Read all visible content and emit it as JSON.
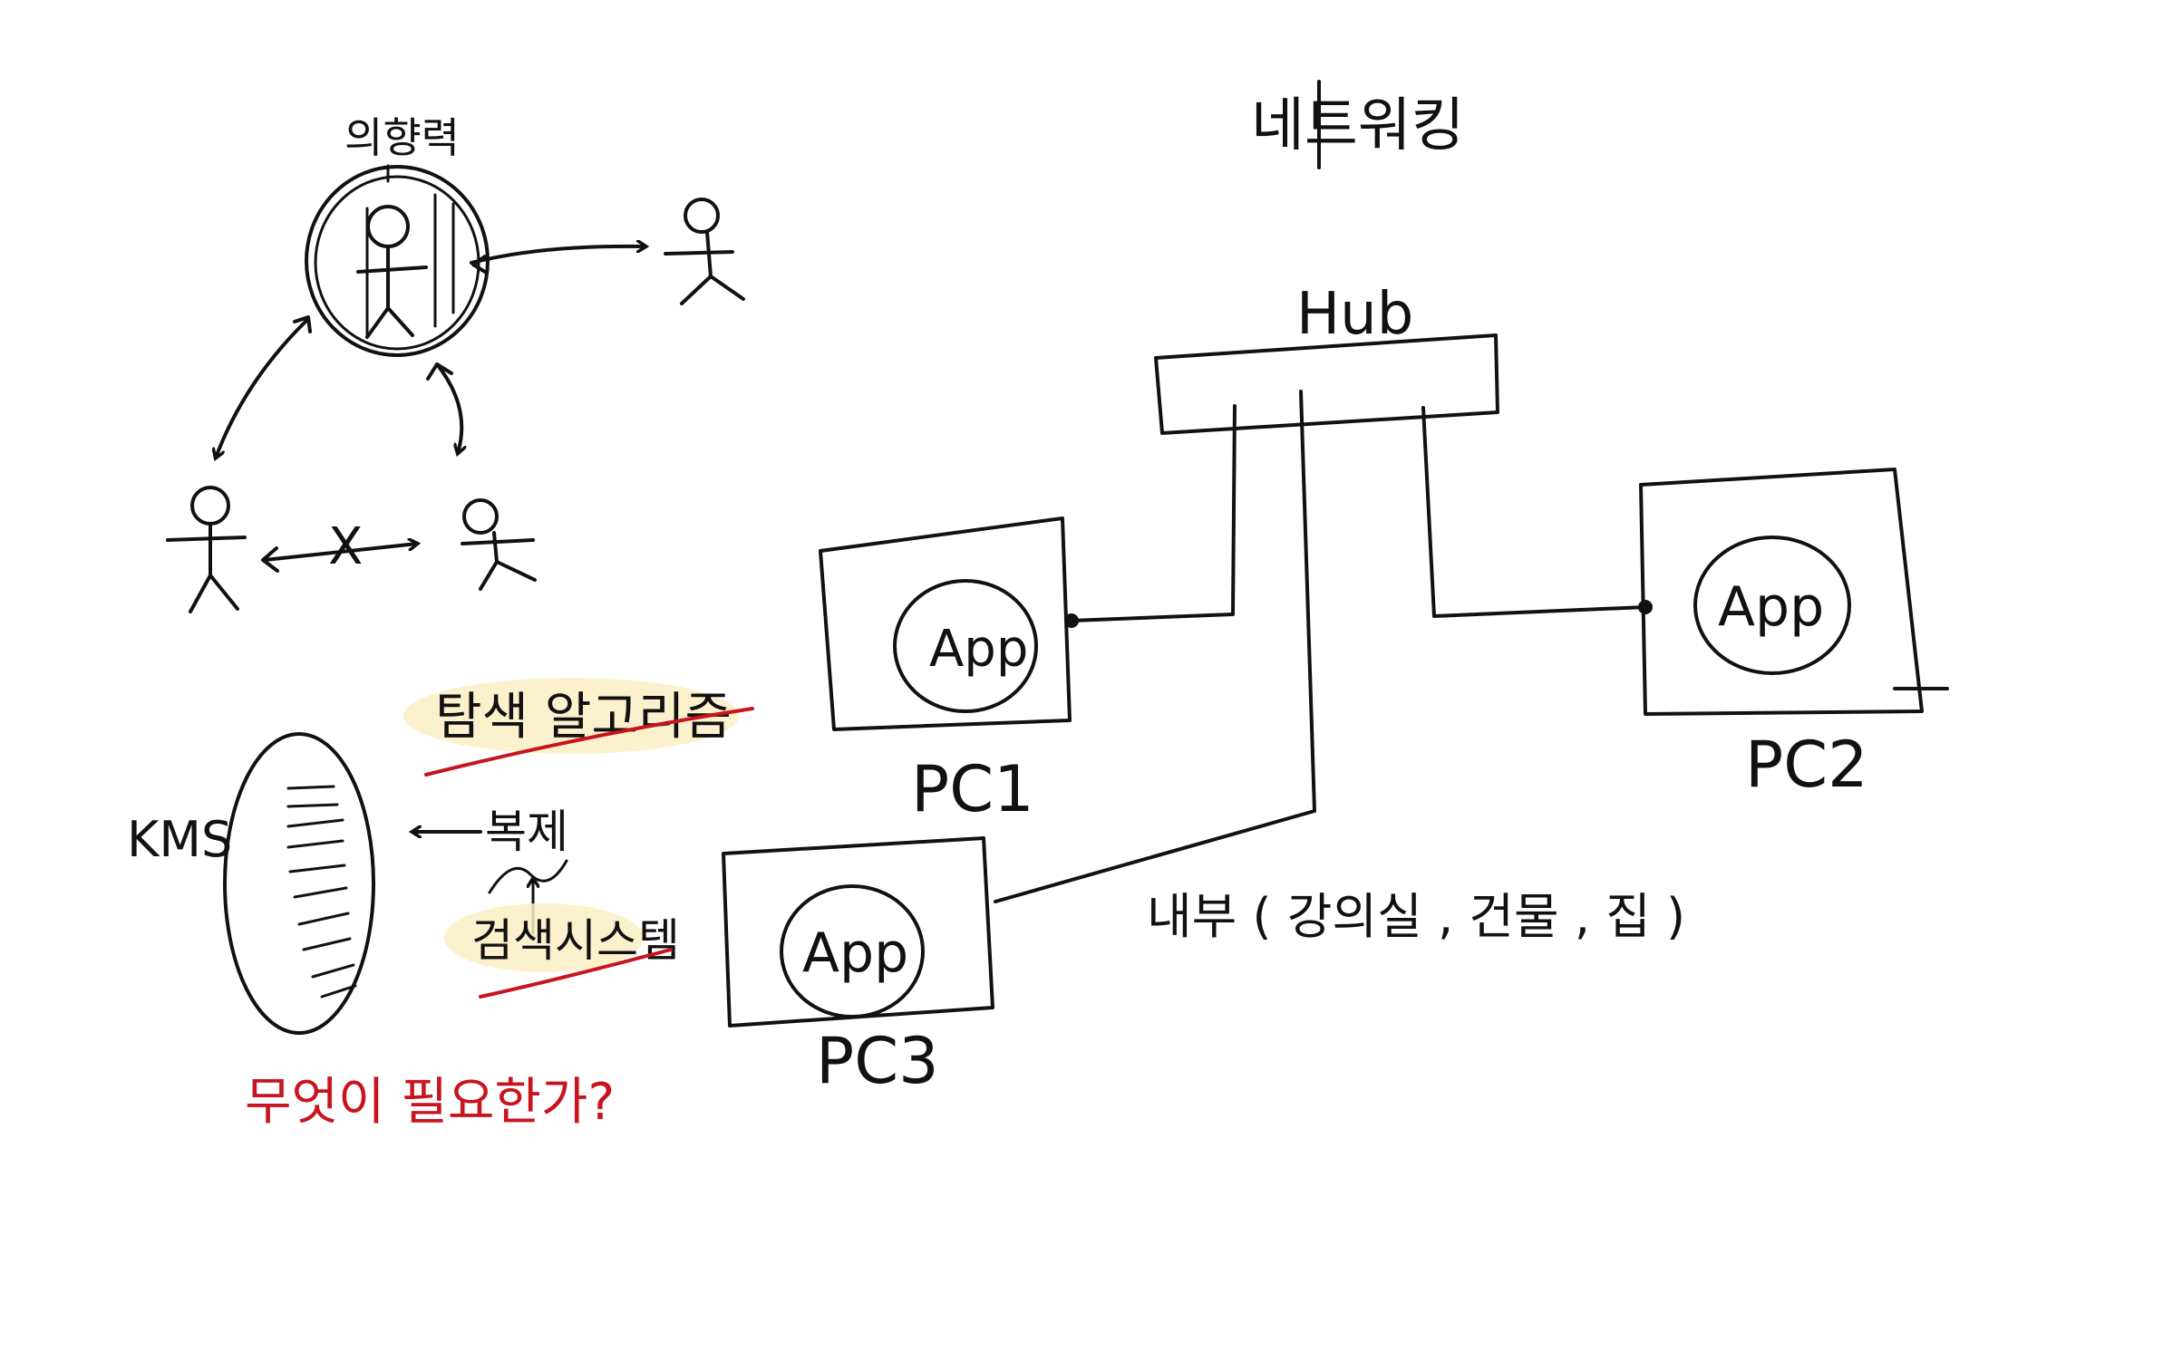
{
  "title": "네트워킹",
  "left": {
    "center_label": "의향력",
    "kms_label": "KMS",
    "algorithm_label": "탐색 알고리즘",
    "copy_label": "복제",
    "search_system_label": "검색시스템",
    "question": "무엇이 필요한가?",
    "x_mark": "X"
  },
  "network": {
    "hub_label": "Hub",
    "nodes": [
      {
        "pc": "PC1",
        "app": "App"
      },
      {
        "pc": "PC2",
        "app": "App"
      },
      {
        "pc": "PC3",
        "app": "App"
      }
    ],
    "inside_label": "내부 ( 강의실 , 건물 , 집 )"
  },
  "colors": {
    "ink": "#111111",
    "accent": "#c8141e",
    "highlight": "#fbefc4"
  }
}
